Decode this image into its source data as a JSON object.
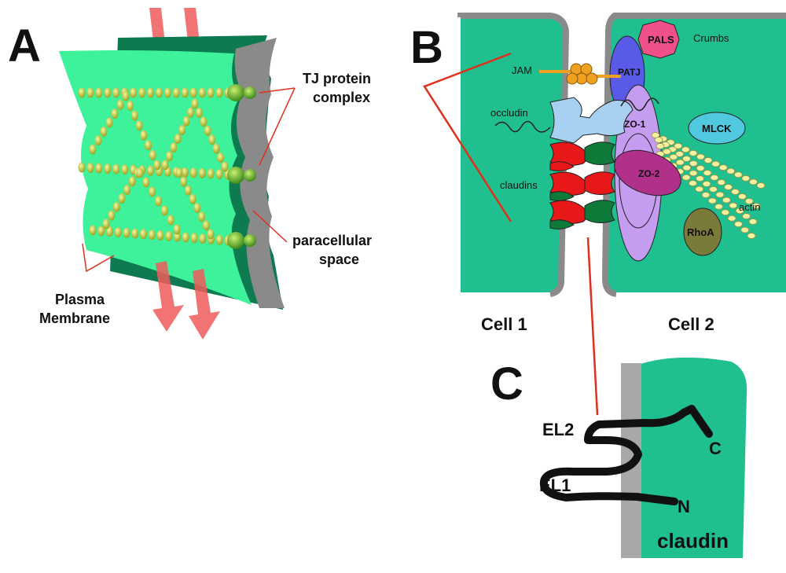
{
  "panels": {
    "a": {
      "letter": "A",
      "tj_line1": "TJ protein",
      "tj_line2": "complex",
      "para_line1": "paracellular",
      "para_line2": "space",
      "pm_line1": "Plasma",
      "pm_line2": "Membrane"
    },
    "b": {
      "letter": "B",
      "crumbs": "Crumbs",
      "pals": "PALS",
      "patj": "PATJ",
      "jam": "JAM",
      "occludin": "occludin",
      "zo1": "ZO-1",
      "zo2": "ZO-2",
      "mlck": "MLCK",
      "claudins": "claudins",
      "actin": "actin",
      "rhoa": "RhoA",
      "cell1": "Cell 1",
      "cell2": "Cell 2"
    },
    "c": {
      "letter": "C",
      "el2": "EL2",
      "el1": "EL1",
      "c_term": "C",
      "n_term": "N",
      "claudin": "claudin"
    }
  },
  "colors": {
    "membrane_green": "#3df29a",
    "cell_teal": "#1fbf8f",
    "dark_green": "#0e7a4f",
    "gray": "#8a8a8a",
    "arrow_red": "#f05a5a",
    "line_red": "#e0301c",
    "pals_pink": "#f0508a",
    "patj_blue": "#5a5ae8",
    "zo1_lavender": "#c49cf0",
    "zo2_magenta": "#b0308a",
    "mlck_cyan": "#4fc8e0",
    "rhoa_olive": "#7a7a3a",
    "occludin_blue": "#a8d0f0",
    "claudin_red": "#e81818",
    "jam_orange": "#f0a020",
    "bead_yellow": "#d8e048"
  }
}
